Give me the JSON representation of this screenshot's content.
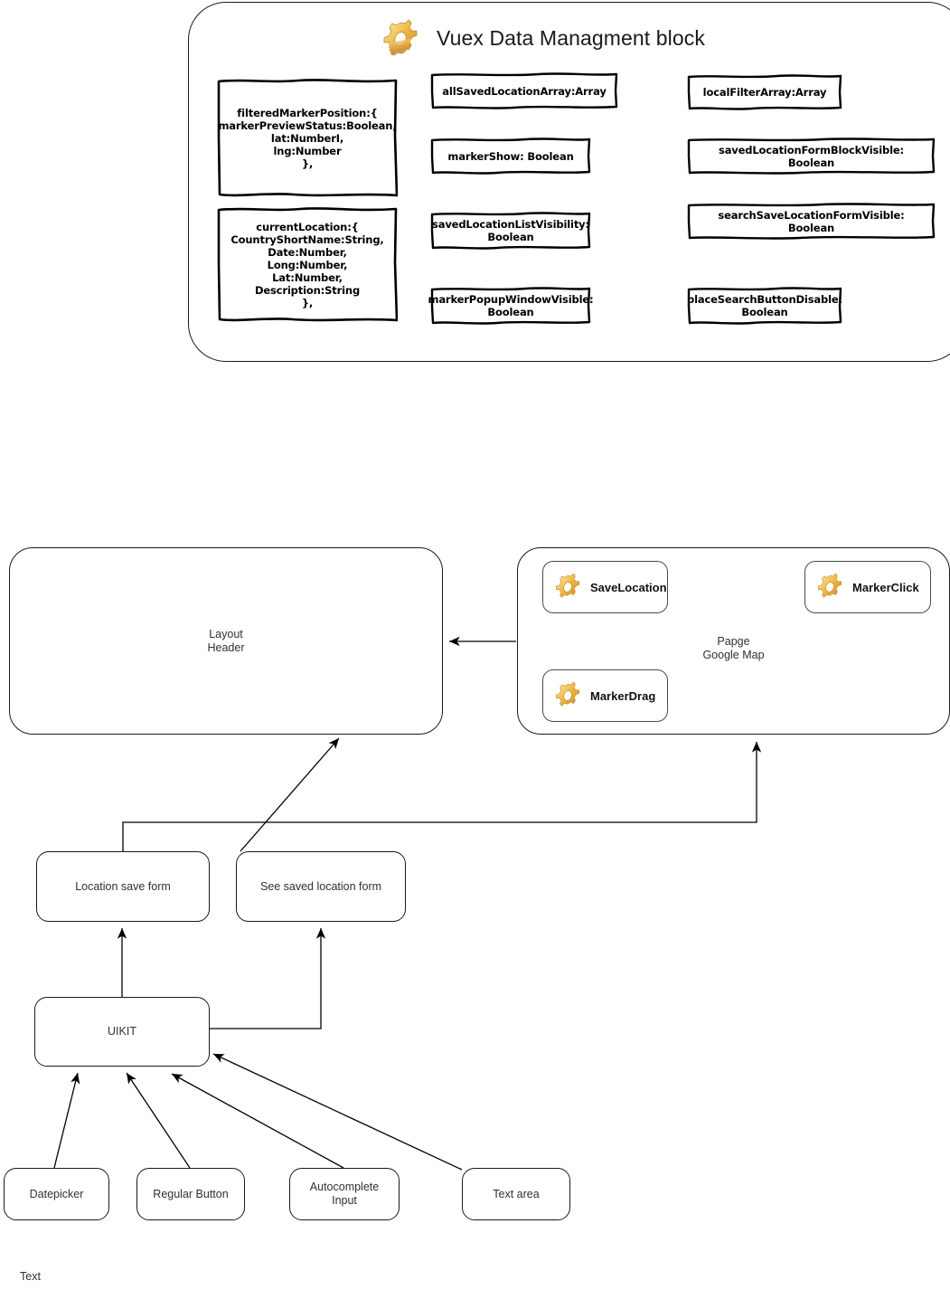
{
  "vuex_block": {
    "title": "Vuex Data Managment block",
    "icon": "gear-icon",
    "state_boxes": [
      {
        "id": "filteredMarkerPosition",
        "text": "filteredMarkerPosition:{\nmarkerPreviewStatus:Boolean,\nlat:NumberI,\nlng:Number\n},"
      },
      {
        "id": "currentLocation",
        "text": "currentLocation:{\nCountryShortName:String,\nDate:Number,\nLong:Number,\nLat:Number,\nDescription:String\n},"
      },
      {
        "id": "allSavedLocationArray",
        "text": "allSavedLocationArray:Array"
      },
      {
        "id": "markerShow",
        "text": "markerShow: Boolean"
      },
      {
        "id": "savedLocationListVisibility",
        "text": "savedLocationListVisibility:\nBoolean"
      },
      {
        "id": "markerPopupWindowVisible",
        "text": "markerPopupWindowVisible:\nBoolean"
      },
      {
        "id": "localFilterArray",
        "text": "localFilterArray:Array"
      },
      {
        "id": "savedLocationFormBlockVisible",
        "text": "savedLocationFormBlockVisible: Boolean"
      },
      {
        "id": "searchSaveLocationFormVisible",
        "text": "searchSaveLocationFormVisible: Boolean"
      },
      {
        "id": "placeSearchButtonDisable",
        "text": "placeSearchButtonDisable:\nBoolean"
      }
    ]
  },
  "components": {
    "layout_header": {
      "label": "Layout\nHeader"
    },
    "google_map": {
      "label": "Papge\nGoogle Map",
      "actions": [
        {
          "label": "SaveLocation",
          "icon": "gear-icon"
        },
        {
          "label": "MarkerClick",
          "icon": "gear-icon"
        },
        {
          "label": "MarkerDrag",
          "icon": "gear-icon"
        }
      ]
    },
    "location_save_form": {
      "label": "Location save form"
    },
    "see_saved_location_form": {
      "label": "See saved location form"
    },
    "uikit": {
      "label": "UIKIT"
    },
    "ui_elements": [
      {
        "label": "Datepicker"
      },
      {
        "label": "Regular Button"
      },
      {
        "label": "Autocomplete\nInput"
      },
      {
        "label": "Text area"
      }
    ]
  },
  "footer": {
    "label": "Text"
  },
  "colors": {
    "stroke": "#1a1a1a",
    "text": "#303030",
    "gear_light": "#f7d57a",
    "gear_mid": "#e8a93a",
    "gear_dark": "#c9872a",
    "background": "#ffffff"
  }
}
